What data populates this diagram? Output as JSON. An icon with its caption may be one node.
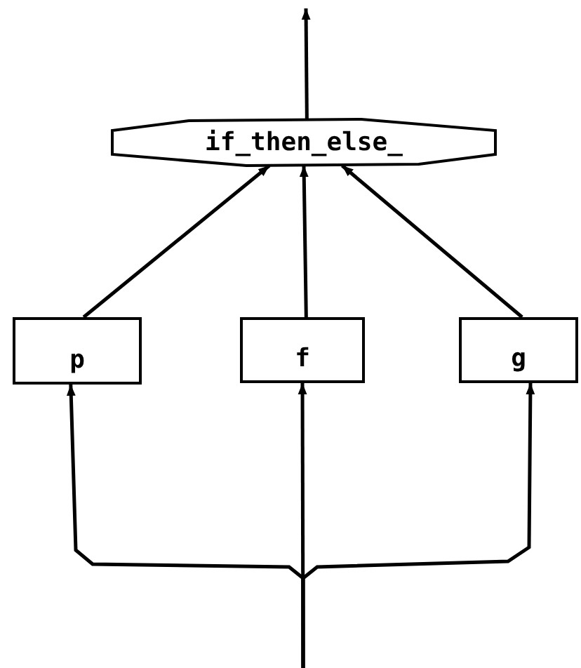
{
  "diagram": {
    "nodes": [
      {
        "text": [
          "if_then_else_"
        ]
      },
      {
        "text": [
          "p"
        ]
      },
      {
        "text": [
          "f"
        ]
      },
      {
        "text": [
          "g"
        ]
      }
    ],
    "edges": [
      {
        "from": 0,
        "to": null,
        "arrow": "to"
      },
      {
        "from": 1,
        "to": 0,
        "arrow": "to"
      },
      {
        "from": 2,
        "to": 0,
        "arrow": "to"
      },
      {
        "from": 3,
        "to": 0,
        "arrow": "to"
      },
      {
        "from": null,
        "to": 1,
        "arrow": "to"
      },
      {
        "from": null,
        "to": 2,
        "arrow": "to"
      },
      {
        "from": null,
        "to": 3,
        "arrow": "to"
      }
    ]
  }
}
